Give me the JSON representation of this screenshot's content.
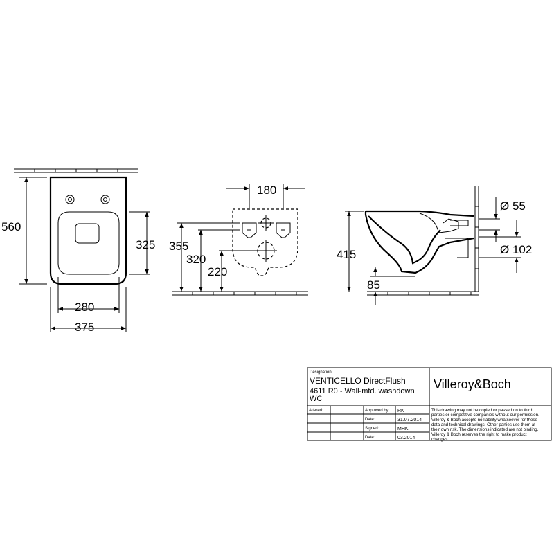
{
  "dimensions": {
    "front_height": "560",
    "front_seat_height": "325",
    "front_inner_width": "280",
    "front_width": "375",
    "rear_fixing_spacing": "180",
    "rear_355": "355",
    "rear_320": "320",
    "rear_220": "220",
    "side_height": "415",
    "side_85": "85",
    "side_dia_55": "Ø 55",
    "side_dia_102": "Ø 102"
  },
  "title_block": {
    "designation_label": "Designation",
    "product_name": "VENTICELLO DirectFlush",
    "product_desc_line1": "4611 R0 - Wall-mtd. washdown",
    "product_desc_line2": "WC",
    "brand": "Villeroy&Boch",
    "altered_label": "Altered:",
    "approved_by_label": "Approved by:",
    "approved_by_value": "RK",
    "date_label_1": "Date:",
    "date_value_1": "31.07.2014",
    "signed_label": "Signed:",
    "signed_value": "MHK",
    "date_label_2": "Date:",
    "date_value_2": "03.2014",
    "disclaimer_lines": [
      "This drawing may not be copied or passed on to third",
      "parties or competitive companies without our permission.",
      "Villeroy & Boch accepts no liability whatsoever for these",
      "data and technical drawings. Other parties use them at",
      "their own risk. The dimensions indicated are not binding.",
      "Villeroy & Boch reserves the right to make product",
      "changes."
    ]
  }
}
